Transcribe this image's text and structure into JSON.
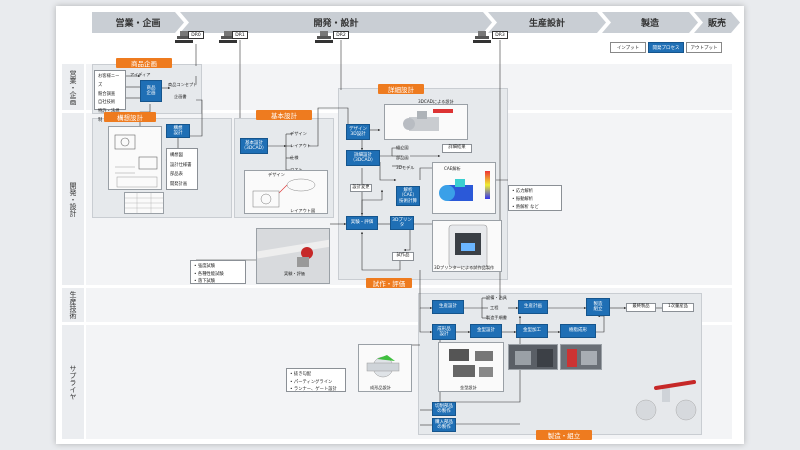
{
  "phases": [
    "営業・企画",
    "開発・設計",
    "生産設計",
    "製造",
    "販売"
  ],
  "legend": [
    "インプット",
    "開発プロセス",
    "アウトプット"
  ],
  "lanes": [
    "営業・企画",
    "開発・設計",
    "生産技術",
    "サプライヤ"
  ],
  "dr_tags": [
    "DR0",
    "DR1",
    "DR2",
    "DR3"
  ],
  "sections": {
    "product_planning": "商品企画",
    "concept_design": "構想設計",
    "basic_design": "基本設計",
    "detail_design": "詳細設計",
    "trial_eval": "試作・評価",
    "manufacturing": "製造・組立"
  },
  "planning": {
    "inputs": [
      "お客様ニーズ",
      "競合調査",
      "自社技術",
      "特許・法規制"
    ],
    "idea": "アイディア",
    "process": "商品\n企画",
    "concept": "商品コンセプト",
    "proposal": "企画書"
  },
  "concept": {
    "process": "構想\n設計",
    "outputs": [
      "構想図",
      "設計仕様書",
      "部品表",
      "開発計画"
    ]
  },
  "basic": {
    "process": "基本設計\n（3DCAD）",
    "outputs": [
      "デザイン",
      "レイアウト",
      "仕様",
      "コスト"
    ],
    "img_design": "デザイン",
    "img_layout": "レイアウト図"
  },
  "detail": {
    "cad_label": "3DCADによる設計",
    "p_design": "デザイン\n3D設計",
    "p_detail": "詳細設計\n（3DCAD）",
    "outputs": [
      "組立図",
      "部品図",
      "3Dモデル"
    ],
    "detail_result": "詳細結果"
  },
  "analysis": {
    "cae_label": "CAE解析",
    "process": "解析\n（CAE）\n技術計算",
    "outputs": [
      "応力解析",
      "振動解析",
      "熱解析 など"
    ]
  },
  "trial": {
    "design_change": "設計変更",
    "p_eval": "実験・評価",
    "p_print": "3Dプリンタ",
    "printer_label": "3Dプリンターによる試作品製作",
    "prototype": "試作品",
    "test_photo_label": "実験・評価",
    "tests": [
      "強度試験",
      "各種性能試験",
      "落下試験"
    ]
  },
  "production": {
    "p_prod_design": "生産設計",
    "outputs": [
      "設備・治具",
      "工程",
      "製造手順書"
    ],
    "p_prod_plan": "生産計画",
    "p_assembly": "製造\n組立",
    "final_product": "最終製品",
    "first_product": "1次量産品"
  },
  "supplier": {
    "p_mold_design": "成形品\n設計",
    "p_mold_making": "金型設計",
    "p_mold_machining": "金型加工",
    "p_molding": "樹脂成形",
    "mold_label": "金型設計",
    "molded_part_label": "成形品設計",
    "mold_notes": [
      "抜き勾配",
      "パーティングライン",
      "ランナー、ゲート設計"
    ],
    "cut_parts": "切削部品\nの製作",
    "buy_parts": "購入部品\nの製作"
  }
}
